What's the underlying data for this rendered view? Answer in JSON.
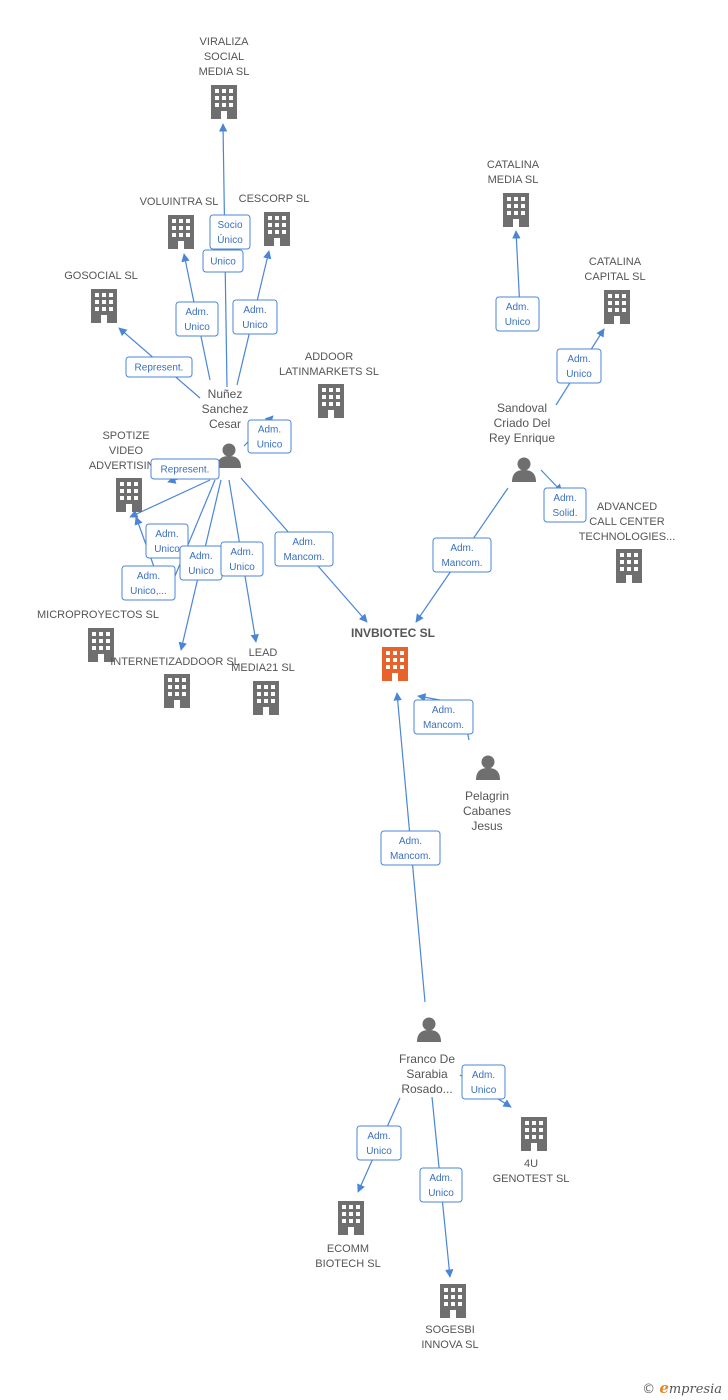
{
  "diagram": {
    "companies": [
      {
        "id": "viraliza",
        "lines": [
          "VIRALIZA",
          "SOCIAL",
          "MEDIA SL"
        ]
      },
      {
        "id": "voluintra",
        "lines": [
          "VOLUINTRA SL"
        ]
      },
      {
        "id": "cescorp",
        "lines": [
          "CESCORP SL"
        ]
      },
      {
        "id": "gosocial",
        "lines": [
          "GOSOCIAL SL"
        ]
      },
      {
        "id": "addoor",
        "lines": [
          "ADDOOR",
          "LATINMARKETS SL"
        ]
      },
      {
        "id": "spotize",
        "lines": [
          "SPOTIZE",
          "VIDEO",
          "ADVERTISING"
        ]
      },
      {
        "id": "microproyectos",
        "lines": [
          "MICROPROYECTOS SL"
        ]
      },
      {
        "id": "internetizaddoor",
        "lines": [
          "INTERNETIZADDOOR SL"
        ]
      },
      {
        "id": "leadmedia",
        "lines": [
          "LEAD",
          "MEDIA21 SL"
        ]
      },
      {
        "id": "catalina_media",
        "lines": [
          "CATALINA",
          "MEDIA  SL"
        ]
      },
      {
        "id": "catalina_capital",
        "lines": [
          "CATALINA",
          "CAPITAL  SL"
        ]
      },
      {
        "id": "advanced",
        "lines": [
          "ADVANCED",
          "CALL CENTER",
          "TECHNOLOGIES..."
        ]
      },
      {
        "id": "invbiotec",
        "lines": [
          "INVBIOTEC SL"
        ],
        "main": true,
        "color": "#e8622c"
      },
      {
        "id": "u4genotest",
        "lines": [
          "4U",
          "GENOTEST SL"
        ]
      },
      {
        "id": "ecomm",
        "lines": [
          "ECOMM",
          "BIOTECH SL"
        ]
      },
      {
        "id": "sogesbi",
        "lines": [
          "SOGESBI",
          "INNOVA  SL"
        ]
      }
    ],
    "people": [
      {
        "id": "nunez",
        "lines": [
          "Nuñez",
          "Sanchez",
          "Cesar"
        ]
      },
      {
        "id": "sandoval",
        "lines": [
          "Sandoval",
          "Criado Del",
          "Rey Enrique"
        ]
      },
      {
        "id": "pelagrin",
        "lines": [
          "Pelagrin",
          "Cabanes",
          "Jesus"
        ]
      },
      {
        "id": "franco",
        "lines": [
          "Franco De",
          "Sarabia",
          "Rosado..."
        ]
      }
    ],
    "badges": [
      {
        "id": "b_socio",
        "lines": [
          "Socio",
          "Único"
        ]
      },
      {
        "id": "b_voluintra",
        "lines": [
          "Adm.",
          "Unico"
        ]
      },
      {
        "id": "b_unico",
        "lines": [
          "Unico"
        ]
      },
      {
        "id": "b_cescorp",
        "lines": [
          "Adm.",
          "Unico"
        ]
      },
      {
        "id": "b_gosocial",
        "lines": [
          "Represent."
        ]
      },
      {
        "id": "b_addoor",
        "lines": [
          "Adm.",
          "Unico"
        ]
      },
      {
        "id": "b_spotize",
        "lines": [
          "Represent."
        ]
      },
      {
        "id": "b_a1",
        "lines": [
          "Adm.",
          "Unico"
        ]
      },
      {
        "id": "b_a2",
        "lines": [
          "Adm.",
          "Unico"
        ]
      },
      {
        "id": "b_a3",
        "lines": [
          "Adm.",
          "Unico"
        ]
      },
      {
        "id": "b_a4",
        "lines": [
          "Adm.",
          "Unico,..."
        ]
      },
      {
        "id": "b_nunez_inv",
        "lines": [
          "Adm.",
          "Mancom."
        ]
      },
      {
        "id": "b_cat_media",
        "lines": [
          "Adm.",
          "Unico"
        ]
      },
      {
        "id": "b_cat_capital",
        "lines": [
          "Adm.",
          "Unico"
        ]
      },
      {
        "id": "b_advanced",
        "lines": [
          "Adm.",
          "Solid."
        ]
      },
      {
        "id": "b_sandoval_inv",
        "lines": [
          "Adm.",
          "Mancom."
        ]
      },
      {
        "id": "b_pelagrin_inv",
        "lines": [
          "Adm.",
          "Mancom."
        ]
      },
      {
        "id": "b_franco_inv",
        "lines": [
          "Adm.",
          "Mancom."
        ]
      },
      {
        "id": "b_4u",
        "lines": [
          "Adm.",
          "Unico"
        ]
      },
      {
        "id": "b_ecomm",
        "lines": [
          "Adm.",
          "Unico"
        ]
      },
      {
        "id": "b_sogesbi",
        "lines": [
          "Adm.",
          "Unico"
        ]
      }
    ]
  },
  "watermark": {
    "copyright": "©",
    "brand_initial": "e",
    "brand_rest": "mpresia"
  }
}
